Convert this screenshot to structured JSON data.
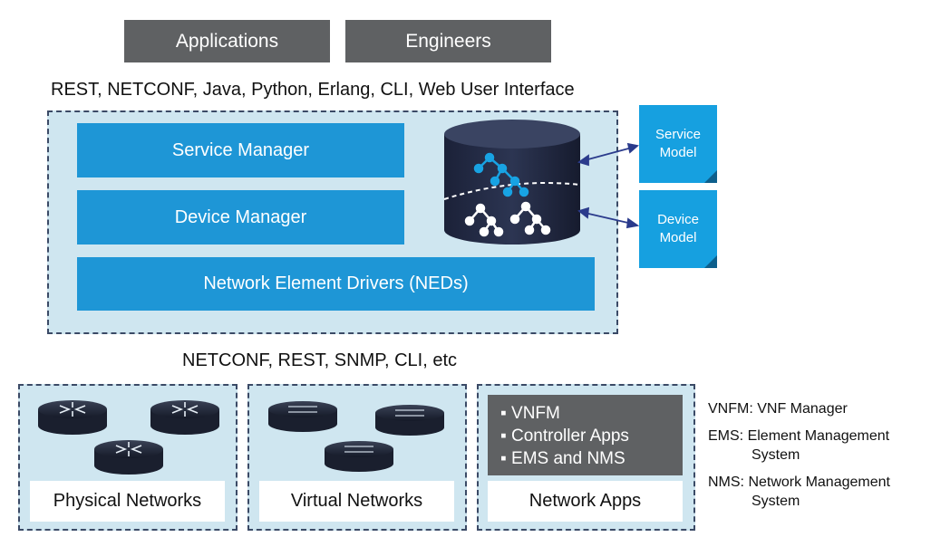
{
  "top_buttons": {
    "applications": "Applications",
    "engineers": "Engineers"
  },
  "northbound_label": "REST, NETCONF, Java, Python, Erlang, CLI, Web User Interface",
  "layers": {
    "service_manager": "Service Manager",
    "device_manager": "Device Manager",
    "neds": "Network Element Drivers (NEDs)"
  },
  "models": {
    "service": [
      "Service",
      "Model"
    ],
    "device": [
      "Device",
      "Model"
    ]
  },
  "southbound_label": "NETCONF, REST, SNMP, CLI, etc",
  "networks": {
    "physical": "Physical Networks",
    "virtual": "Virtual Networks",
    "apps": "Network Apps"
  },
  "apps_list": [
    "VNFM",
    "Controller Apps",
    "EMS and NMS"
  ],
  "legend": {
    "vnfm": "VNFM: VNF Manager",
    "ems_1": "EMS: Element Management",
    "ems_2": "System",
    "nms_1": "NMS: Network Management",
    "nms_2": "System"
  },
  "colors": {
    "blue": "#1e96d6",
    "panel": "#cfe6f0",
    "gray": "#5f6163",
    "dark": "#222a40"
  }
}
